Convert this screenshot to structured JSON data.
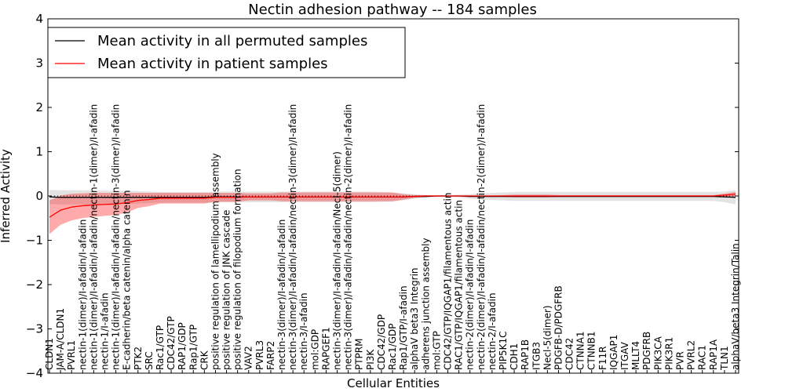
{
  "chart_data": {
    "type": "line",
    "title": "Nectin adhesion pathway -- 184 samples",
    "xlabel": "Cellular Entities",
    "ylabel": "Inferred Activity",
    "ylim": [
      -4,
      4
    ],
    "yticks": [
      "−4",
      "−3",
      "−2",
      "−1",
      "0",
      "1",
      "2",
      "3",
      "4"
    ],
    "legend_position": "top-left",
    "grid": false,
    "categories": [
      "CLDN1",
      "JAM-A/CLDN1",
      "PVRL1",
      "nectin-1(dimer)/I-afadin/I-afadin",
      "nectin-1(dimer)/I-afadin/I-afadin/nectin-1(dimer)/I-afadin",
      "nectin-1/I-afadin",
      "nectin-1(dimer)/I-afadin/I-afadin/nectin-3(dimer)/I-afadin",
      "E-cadherin/beta catenin/alpha catenin",
      "PTK2",
      "SRC",
      "Rac1/GTP",
      "CDC42/GTP",
      "RAP1/GDP",
      "Rap1/GTP",
      "CRK",
      "positive regulation of lamellipodium assembly",
      "positive regulation of JNK cascade",
      "positive regulation of filopodium formation",
      "VAV2",
      "PVRL3",
      "FARP2",
      "nectin-3(dimer)/I-afadin/I-afadin",
      "nectin-3(dimer)/I-afadin/I-afadin/nectin-3(dimer)/I-afadin",
      "nectin-3/I-afadin",
      "mol:GDP",
      "RAPGEF1",
      "nectin-3(dimer)/I-afadin/I-afadin/Necl-5(dimer)",
      "nectin-3(dimer)/I-afadin/I-afadin/nectin-2(dimer)/I-afadin",
      "PTPRM",
      "PI3K",
      "CDC42/GDP",
      "Rac1/GDP",
      "Rap1/GTP/I-afadin",
      "alphaV beta3 Integrin",
      "adherens junction assembly",
      "mol:GTP",
      "CDC42/GTP/IQGAP1/filamentous actin",
      "RAC1/GTP/IQGAP1/filamentous actin",
      "nectin-2(dimer)/I-afadin/I-afadin",
      "nectin-2(dimer)/I-afadin/I-afadin/nectin-2(dimer)/I-afadin",
      "nectin-2/I-afadin",
      "PIP5K1C",
      "CDH1",
      "RAP1B",
      "ITGB3",
      "Necl-5(dimer)",
      "PDGFB-D/PDGFRB",
      "CDC42",
      "CTNNA1",
      "CTNNB1",
      "F11R",
      "IQGAP1",
      "ITGAV",
      "MLLT4",
      "PDGFRB",
      "PIK3CA",
      "PIK3R1",
      "PVR",
      "PVRL2",
      "RAC1",
      "RAP1A",
      "TLN1",
      "alphaV/beta3 Integrin/Talin"
    ],
    "series": [
      {
        "name": "Mean activity in all permuted samples",
        "color": "#000000",
        "values": [
          -0.02,
          -0.03,
          -0.03,
          -0.03,
          -0.03,
          -0.03,
          -0.03,
          -0.03,
          -0.03,
          -0.03,
          -0.03,
          -0.03,
          -0.03,
          -0.03,
          -0.03,
          -0.02,
          -0.02,
          -0.02,
          -0.02,
          -0.02,
          -0.02,
          -0.02,
          -0.02,
          -0.02,
          -0.02,
          -0.02,
          -0.02,
          -0.02,
          -0.02,
          -0.02,
          -0.02,
          -0.02,
          -0.02,
          -0.01,
          -0.01,
          0.0,
          0.0,
          0.0,
          -0.01,
          -0.01,
          -0.01,
          -0.01,
          -0.01,
          -0.01,
          -0.01,
          -0.01,
          -0.01,
          -0.01,
          -0.01,
          -0.01,
          -0.01,
          -0.01,
          -0.01,
          -0.01,
          -0.01,
          -0.01,
          -0.01,
          -0.01,
          -0.01,
          -0.01,
          -0.01,
          -0.02,
          -0.03
        ],
        "band": [
          0.16,
          0.16,
          0.16,
          0.16,
          0.16,
          0.15,
          0.15,
          0.15,
          0.14,
          0.13,
          0.12,
          0.12,
          0.12,
          0.12,
          0.12,
          0.12,
          0.12,
          0.12,
          0.12,
          0.12,
          0.12,
          0.12,
          0.12,
          0.12,
          0.12,
          0.12,
          0.12,
          0.12,
          0.12,
          0.12,
          0.11,
          0.1,
          0.08,
          0.05,
          0.03,
          0.02,
          0.02,
          0.03,
          0.05,
          0.07,
          0.08,
          0.09,
          0.1,
          0.1,
          0.1,
          0.1,
          0.1,
          0.1,
          0.1,
          0.1,
          0.1,
          0.1,
          0.1,
          0.1,
          0.1,
          0.1,
          0.1,
          0.1,
          0.1,
          0.1,
          0.1,
          0.12,
          0.16
        ]
      },
      {
        "name": "Mean activity in patient samples",
        "color": "#ff0000",
        "values": [
          -0.48,
          -0.32,
          -0.25,
          -0.22,
          -0.2,
          -0.19,
          -0.18,
          -0.15,
          -0.1,
          -0.08,
          -0.05,
          -0.05,
          -0.05,
          -0.05,
          -0.05,
          -0.03,
          -0.03,
          -0.03,
          -0.02,
          -0.02,
          -0.02,
          -0.02,
          -0.02,
          -0.02,
          -0.02,
          -0.02,
          -0.02,
          -0.02,
          -0.02,
          -0.02,
          -0.02,
          -0.02,
          -0.02,
          -0.01,
          0.0,
          0.0,
          0.0,
          0.0,
          0.0,
          0.0,
          0.0,
          0.0,
          0.0,
          0.0,
          0.0,
          0.0,
          0.0,
          0.0,
          0.0,
          0.0,
          0.0,
          0.0,
          0.0,
          0.0,
          0.0,
          0.0,
          0.0,
          0.0,
          0.0,
          0.0,
          0.0,
          0.02,
          0.04
        ],
        "band": [
          0.38,
          0.33,
          0.3,
          0.28,
          0.27,
          0.26,
          0.25,
          0.22,
          0.17,
          0.15,
          0.12,
          0.12,
          0.12,
          0.12,
          0.12,
          0.1,
          0.1,
          0.1,
          0.08,
          0.08,
          0.08,
          0.1,
          0.1,
          0.1,
          0.1,
          0.1,
          0.1,
          0.1,
          0.1,
          0.1,
          0.1,
          0.1,
          0.06,
          0.03,
          0.02,
          0.01,
          0.01,
          0.01,
          0.01,
          0.01,
          0.01,
          0.02,
          0.03,
          0.03,
          0.03,
          0.03,
          0.02,
          0.02,
          0.02,
          0.02,
          0.02,
          0.02,
          0.02,
          0.02,
          0.02,
          0.02,
          0.02,
          0.02,
          0.02,
          0.02,
          0.02,
          0.03,
          0.05
        ]
      }
    ]
  }
}
